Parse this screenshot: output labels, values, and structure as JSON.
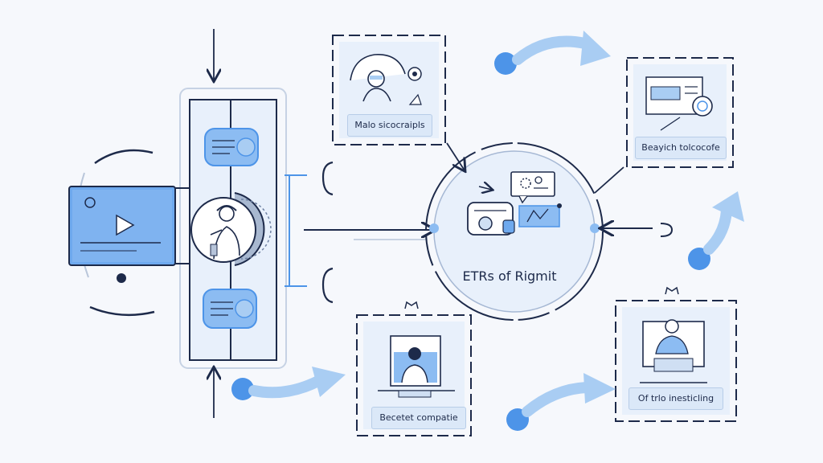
{
  "diagram": {
    "center_label": "EТRs of Rigmit",
    "cards": {
      "top_middle": "Malo sicoсraipls",
      "top_right": "Beayich tolcocofe",
      "bottom_middle": "Becetet compatie",
      "bottom_right": "Of trlo inesticling"
    }
  },
  "colors": {
    "ink": "#1d2a4a",
    "accent_blue": "#4d94e8",
    "light_blue": "#a9cdf3",
    "panel_fill": "#e8f0fb",
    "label_fill": "#dbe8f8"
  }
}
